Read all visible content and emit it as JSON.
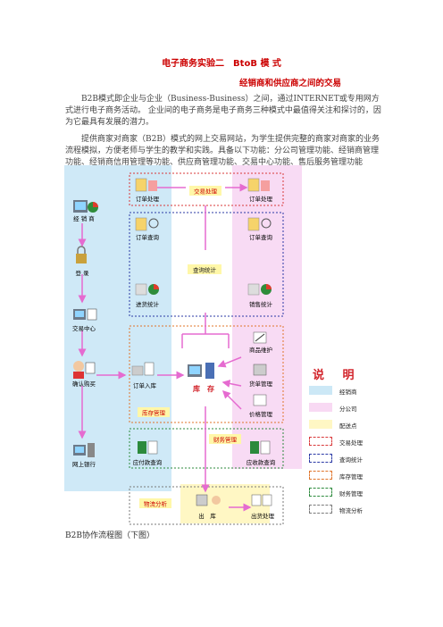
{
  "doc": {
    "title": "电子商务实验二　BtoB 模 式",
    "subtitle": "经销商和供应商之间的交易",
    "para1": "B2B模式即企业与企业（Business-Business）之间，通过INTERNET或专用网方式进行电子商务活动。 企业间的电子商务是电子商务三种模式中最值得关注和探讨的，因为它最具有发展的潜力。",
    "para2": "提供商家对商家（B2B）模式的网上交易网站，为学生提供完整的商家对商家的业务流程模拟，方便老师与学生的教学和实践。具备以下功能：分公司管理功能、经销商管理功能、经销商信用管理等功能、供应商管理功能、交易中心功能、售后服务管理功能",
    "caption": "B2B协作流程图（下图）"
  },
  "diagram": {
    "left_nodes": [
      "经 销 商",
      "登 录",
      "交易中心",
      "确认购买",
      "网上银行"
    ],
    "mid_nodes": [
      "订单处理",
      "订单查询",
      "进货统计",
      "订单入库",
      "应付款查询"
    ],
    "right_nodes": [
      "订单处理",
      "订单查询",
      "销售统计",
      "商品维护",
      "货单管理",
      "价格管理",
      "应收款查询"
    ],
    "section_labels": {
      "trade": "交易处理",
      "query": "查询统计",
      "stock": "库存管理",
      "finance": "财务管理",
      "logistics": "物流分析"
    },
    "center_label": "库　存",
    "bottom_nodes": [
      "出　库",
      "出货处理"
    ]
  },
  "legend": {
    "title": "说 明",
    "items": [
      {
        "label": "经销商",
        "color": "#cce8f6",
        "style": "fill"
      },
      {
        "label": "分公司",
        "color": "#f8d9f3",
        "style": "fill"
      },
      {
        "label": "配送点",
        "color": "#fff7c4",
        "style": "fill"
      },
      {
        "label": "交易处理",
        "color": "#d9383a",
        "style": "dash"
      },
      {
        "label": "查询统计",
        "color": "#2b3aa6",
        "style": "dash"
      },
      {
        "label": "库存管理",
        "color": "#e0742a",
        "style": "dash"
      },
      {
        "label": "财务管理",
        "color": "#2c8a3c",
        "style": "dash"
      },
      {
        "label": "物流分析",
        "color": "#7a7a7a",
        "style": "dash"
      }
    ]
  }
}
